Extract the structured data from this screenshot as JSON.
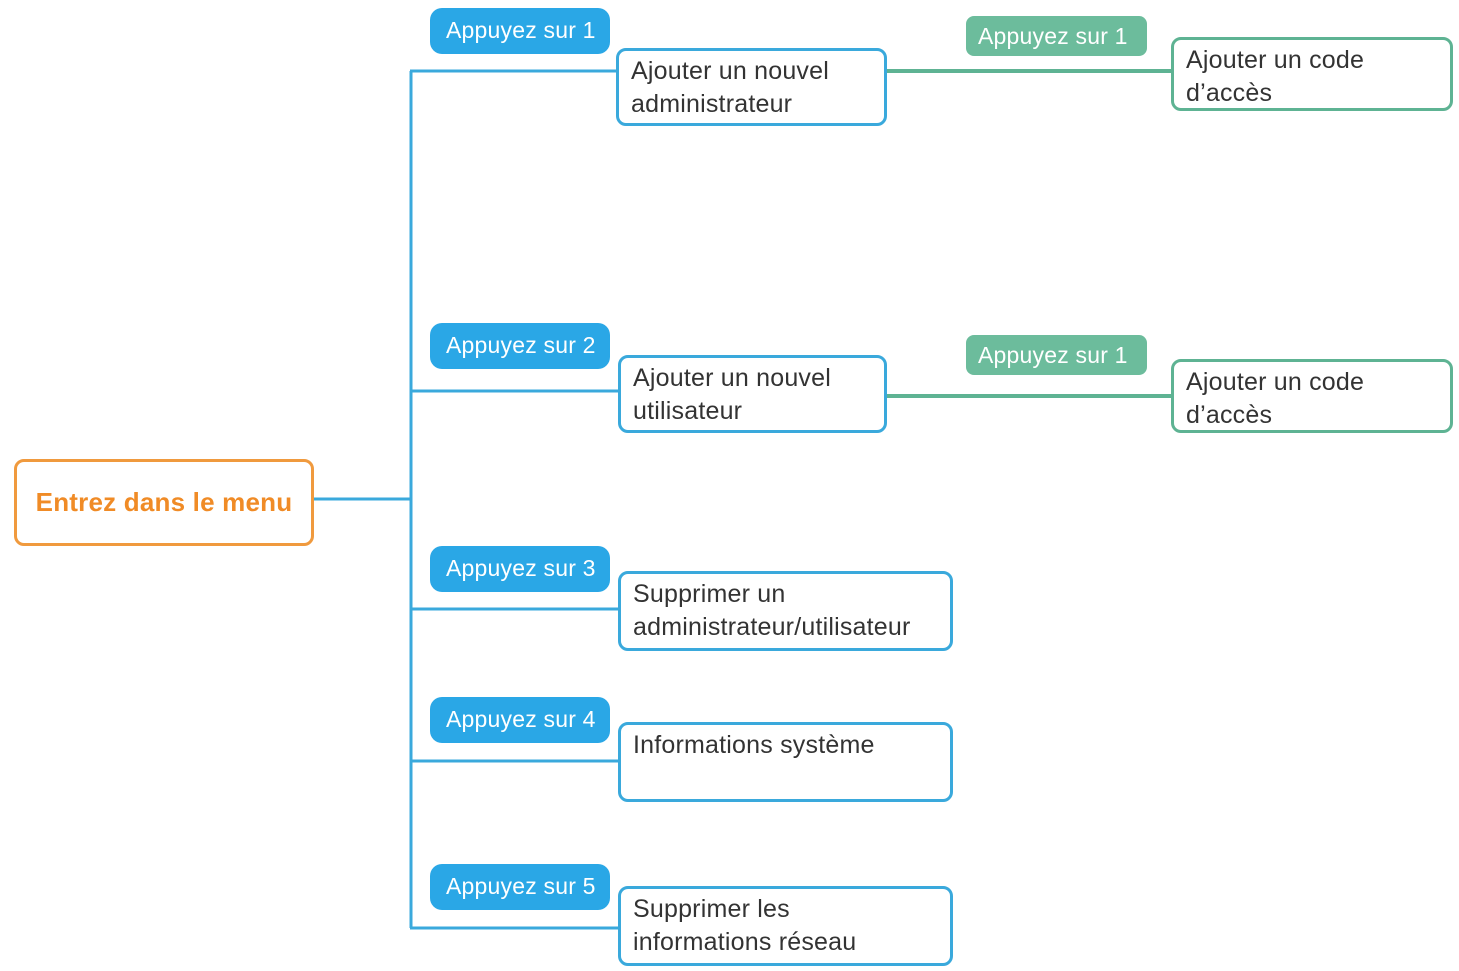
{
  "root": {
    "label": "Entrez dans le menu"
  },
  "branches": [
    {
      "step": "Appuyez sur 1",
      "label": "Ajouter un nouvel\nadministrateur",
      "sub": {
        "step": "Appuyez sur 1",
        "label": "Ajouter un code\nd’accès"
      }
    },
    {
      "step": "Appuyez sur 2",
      "label": "Ajouter un nouvel\nutilisateur",
      "sub": {
        "step": "Appuyez sur 1",
        "label": "Ajouter un code\nd’accès"
      }
    },
    {
      "step": "Appuyez sur 3",
      "label": "Supprimer un\nadministrateur/utilisateur"
    },
    {
      "step": "Appuyez sur 4",
      "label": "Informations système"
    },
    {
      "step": "Appuyez sur 5",
      "label": "Supprimer les\ninformations réseau"
    }
  ],
  "colors": {
    "root_border": "#f09a3e",
    "root_text": "#f08b26",
    "primary": "#2aa7e6",
    "primary_line": "#3aa9dc",
    "secondary": "#6cbc9c",
    "secondary_line": "#5eb393"
  }
}
